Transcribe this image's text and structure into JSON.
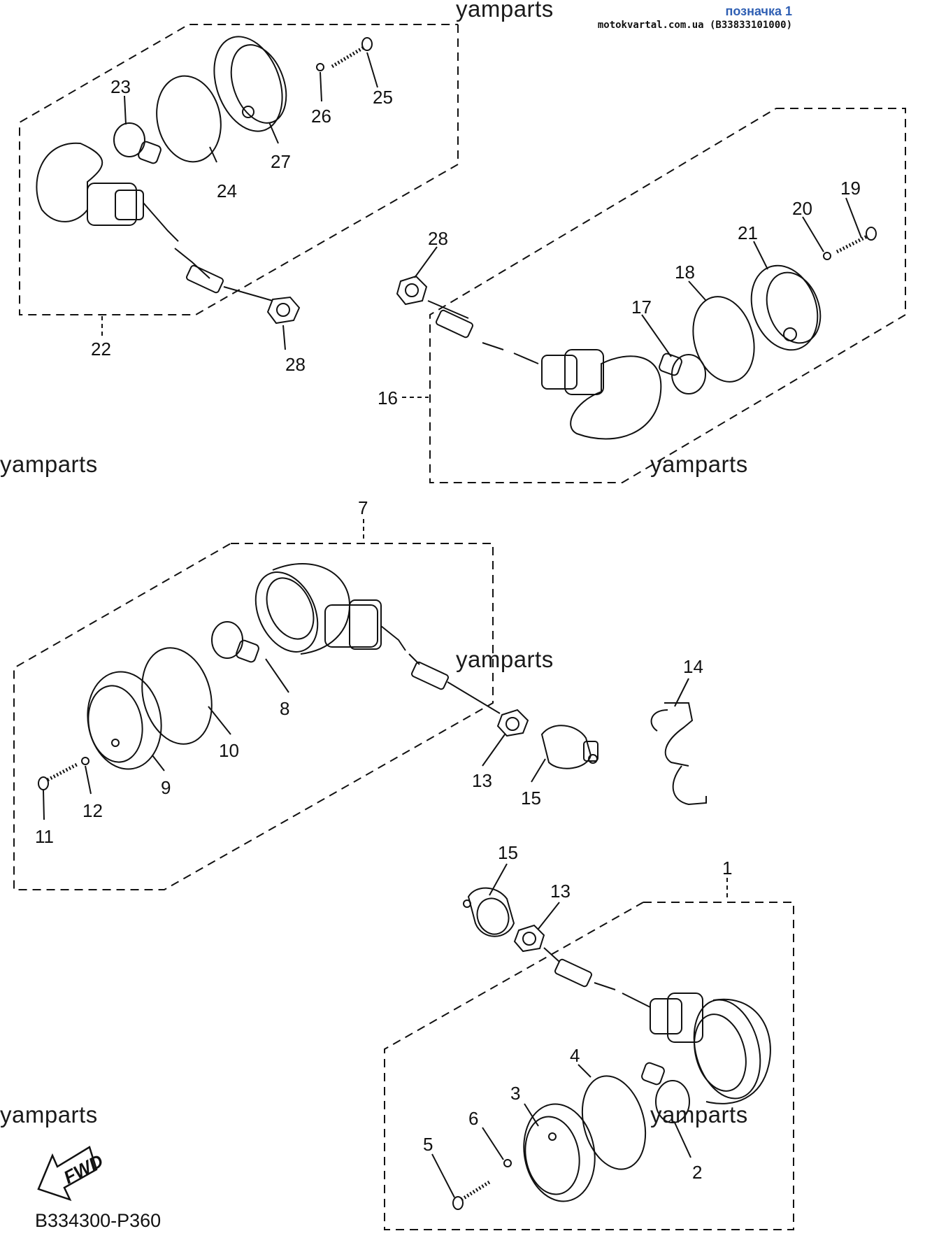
{
  "header": {
    "title": "позначка 1",
    "source": "motokvartal.com.ua (B33833101000)"
  },
  "watermark": "yamparts",
  "diagram_code": "B334300-P360",
  "fwd_label": "FWD",
  "callouts": {
    "c1": "1",
    "c2": "2",
    "c3": "3",
    "c4": "4",
    "c5": "5",
    "c6": "6",
    "c7": "7",
    "c8": "8",
    "c9": "9",
    "c10": "10",
    "c11": "11",
    "c12": "12",
    "c13a": "13",
    "c13b": "13",
    "c14": "14",
    "c15a": "15",
    "c15b": "15",
    "c16": "16",
    "c17": "17",
    "c18": "18",
    "c19": "19",
    "c20": "20",
    "c21": "21",
    "c22": "22",
    "c23": "23",
    "c24": "24",
    "c25": "25",
    "c26": "26",
    "c27": "27",
    "c28a": "28",
    "c28b": "28"
  },
  "colors": {
    "line": "#111111",
    "header": "#2f5fb3"
  }
}
